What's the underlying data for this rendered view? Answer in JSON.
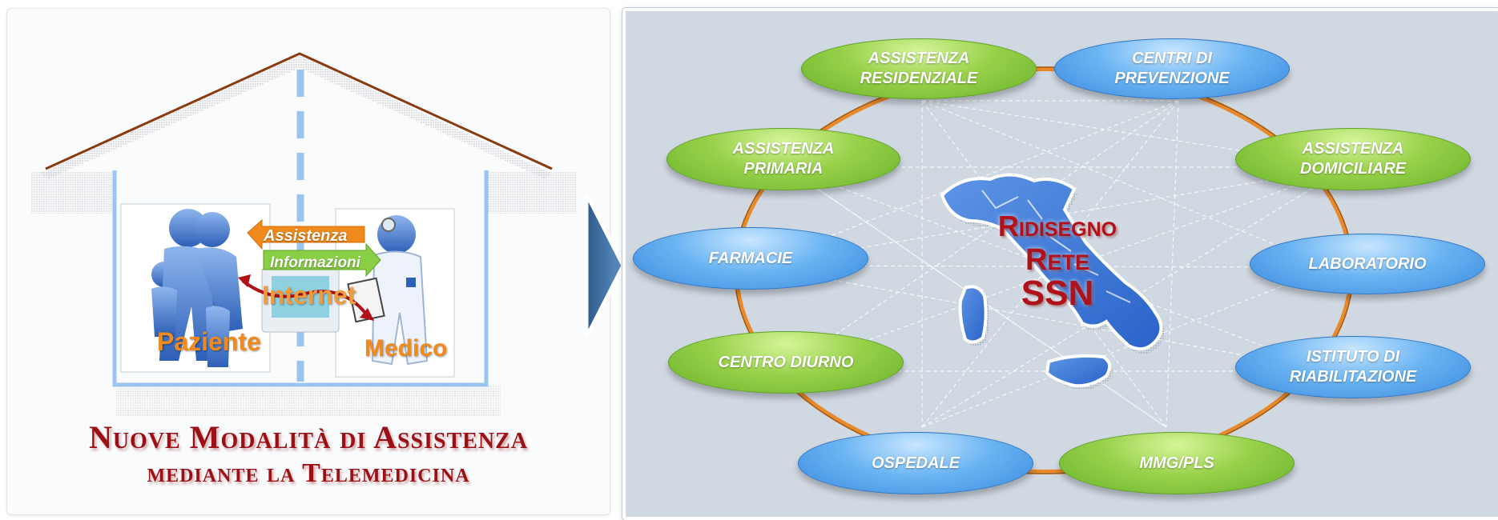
{
  "left": {
    "title_line1": "Nuove Modalità di Assistenza",
    "title_line2": "mediante la Telemedicina",
    "paziente": "Paziente",
    "medico": "Medico",
    "internet": "Internet",
    "assistenza": "Assistenza",
    "informazioni": "Informazioni"
  },
  "center": {
    "line1": "Ridisegno",
    "line2": "Rete",
    "line3": "SSN"
  },
  "nodes": [
    {
      "l1": "ASSISTENZA",
      "l2": "RESIDENZIALE",
      "color": "green"
    },
    {
      "l1": "CENTRI DI",
      "l2": "PREVENZIONE",
      "color": "blue"
    },
    {
      "l1": "ASSISTENZA",
      "l2": "PRIMARIA",
      "color": "green"
    },
    {
      "l1": "ASSISTENZA",
      "l2": "DOMICILIARE",
      "color": "green"
    },
    {
      "l1": "FARMACIE",
      "l2": "",
      "color": "blue"
    },
    {
      "l1": "LABORATORIO",
      "l2": "",
      "color": "blue"
    },
    {
      "l1": "CENTRO DIURNO",
      "l2": "",
      "color": "green"
    },
    {
      "l1": "ISTITUTO DI",
      "l2": "RIABILITAZIONE",
      "color": "blue"
    },
    {
      "l1": "OSPEDALE",
      "l2": "",
      "color": "blue"
    },
    {
      "l1": "MMG/PLS",
      "l2": "",
      "color": "green"
    }
  ],
  "colors": {
    "title_red": "#9b1016",
    "green_node": "#8cc83e",
    "blue_node": "#5aa4ee",
    "ring_orange": "#e8892a",
    "panel_bg": "#d0d8e2",
    "arrow_blue": "#3e6b9c"
  }
}
